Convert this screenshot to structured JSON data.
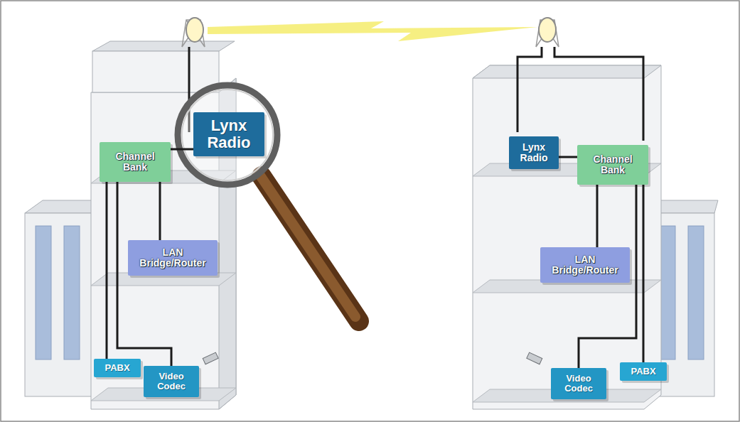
{
  "diagram": {
    "nodes": [
      {
        "text": [
          "Lynx Radio"
        ]
      },
      {
        "text": [
          "Channel Bank"
        ]
      },
      {
        "text": [
          "LAN Bridge/Router"
        ]
      },
      {
        "text": [
          "PABX"
        ]
      },
      {
        "text": [
          "Video Codec"
        ]
      },
      {
        "text": [
          "Lynx Radio"
        ]
      },
      {
        "text": [
          "Channel Bank"
        ]
      },
      {
        "text": [
          "LAN Bridge/Router"
        ]
      },
      {
        "text": [
          "PABX"
        ]
      },
      {
        "text": [
          "Video Codec"
        ]
      }
    ],
    "edges": [
      {
        "from": 0,
        "to": 1,
        "arrow": "none"
      },
      {
        "from": 1,
        "to": 2,
        "arrow": "none"
      },
      {
        "from": 1,
        "to": 3,
        "arrow": "none"
      },
      {
        "from": 1,
        "to": 4,
        "arrow": "none"
      },
      {
        "from": 5,
        "to": 6,
        "arrow": "none"
      },
      {
        "from": 6,
        "to": 7,
        "arrow": "none"
      },
      {
        "from": 6,
        "to": 8,
        "arrow": "none"
      },
      {
        "from": 6,
        "to": 9,
        "arrow": "none"
      }
    ]
  }
}
